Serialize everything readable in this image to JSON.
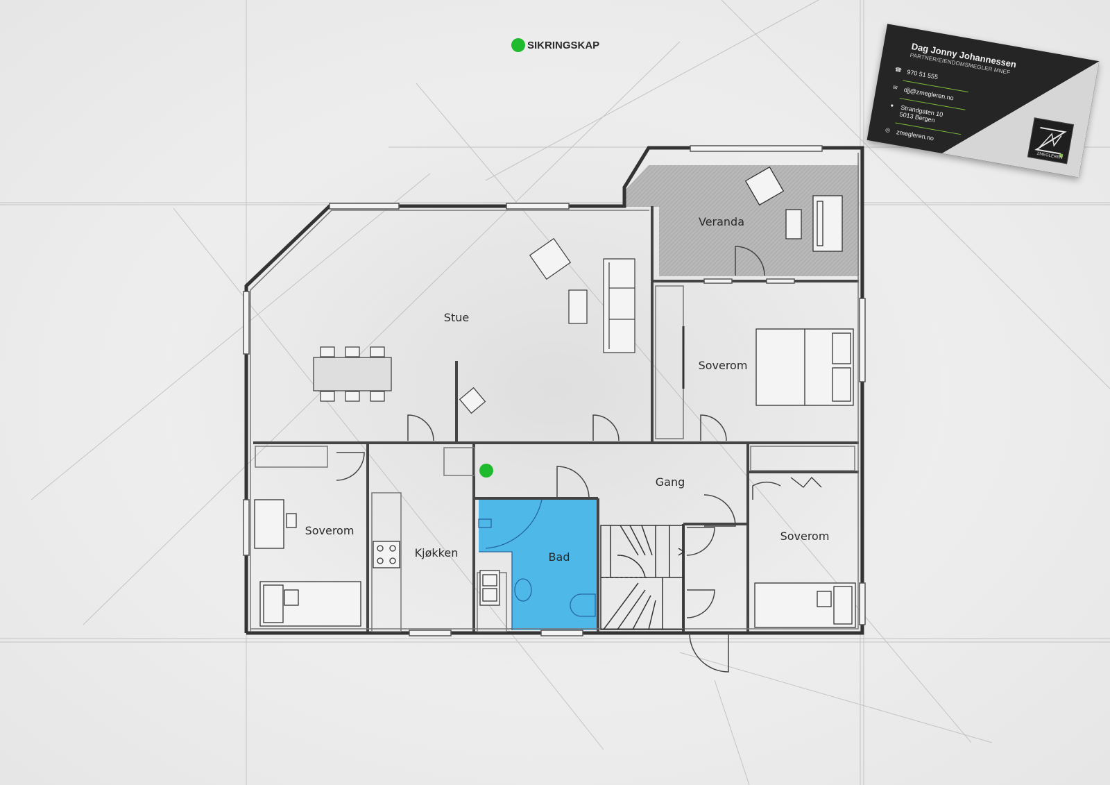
{
  "legend": {
    "label": "SIKRINGSKAP",
    "marker_color": "#1fba2d",
    "marker_icon": "green-dot-icon"
  },
  "rooms": {
    "stue": "Stue",
    "veranda": "Veranda",
    "soverom_right": "Soverom",
    "soverom_left": "Soverom",
    "kjokken": "Kjøkken",
    "bad": "Bad",
    "gang": "Gang",
    "soverom_bottom_right": "Soverom"
  },
  "colors": {
    "bathroom": "#4eb8e8",
    "veranda": "#b9b9b9",
    "wall": "#3a3a3a"
  },
  "card": {
    "name": "Dag Jonny Johannessen",
    "title": "PARTNER/EIENDOMSMEGLER MNEF",
    "phone": "970 51 555",
    "email": "djj@zmegleren.no",
    "address_line1": "Strandgaten 10",
    "address_line2": "5013 Bergen",
    "website": "zmegleren.no",
    "logo_text": "ZMEGLEREN",
    "accent": "#7fbf3a"
  }
}
